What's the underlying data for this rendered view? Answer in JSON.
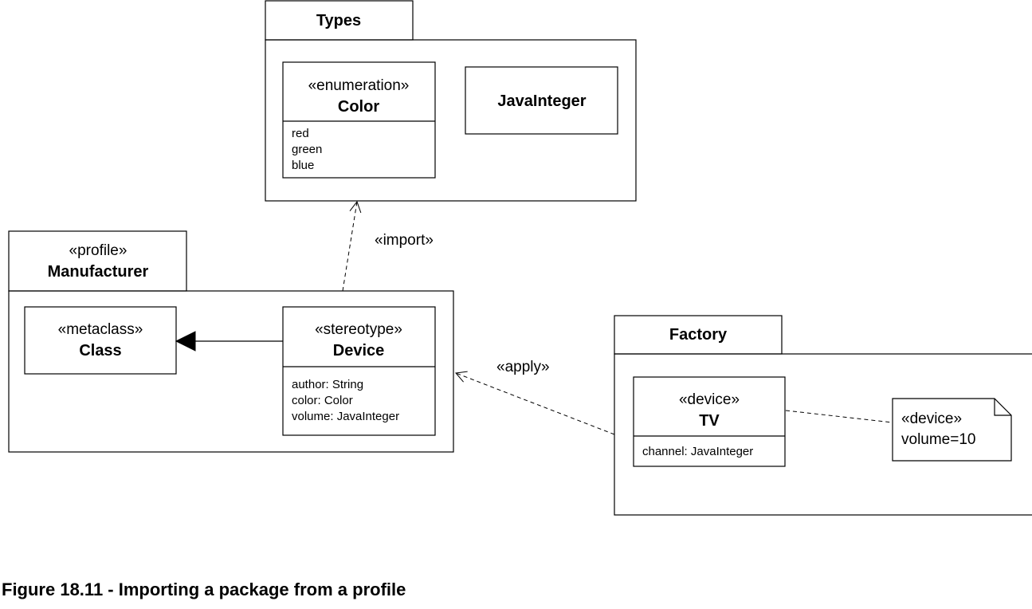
{
  "packages": {
    "types": {
      "name": "Types"
    },
    "manufacturer": {
      "stereotype": "«profile»",
      "name": "Manufacturer"
    },
    "factory": {
      "name": "Factory"
    }
  },
  "classes": {
    "color": {
      "stereotype": "«enumeration»",
      "name": "Color",
      "literals": [
        "red",
        "green",
        "blue"
      ]
    },
    "java_integer": {
      "name": "JavaInteger"
    },
    "class": {
      "stereotype": "«metaclass»",
      "name": "Class"
    },
    "device": {
      "stereotype": "«stereotype»",
      "name": "Device",
      "attributes": [
        "author: String",
        "color: Color",
        "volume: JavaInteger"
      ]
    },
    "tv": {
      "stereotype": "«device»",
      "name": "TV",
      "attributes": [
        "channel: JavaInteger"
      ]
    }
  },
  "note": {
    "stereotype": "«device»",
    "value": "volume=10"
  },
  "relations": {
    "import_label": "«import»",
    "apply_label": "«apply»"
  },
  "caption": "Figure 18.11 - Importing a package from a profile"
}
